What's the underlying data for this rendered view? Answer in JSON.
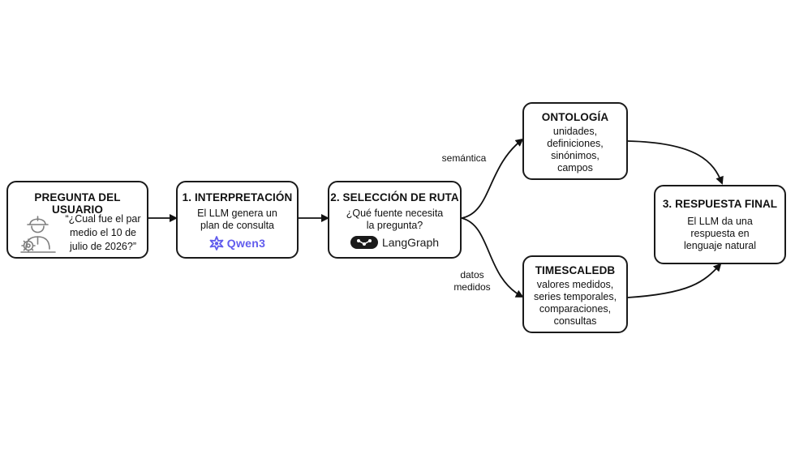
{
  "user": {
    "title": "PREGUNTA DEL USUARIO",
    "question_lines": [
      "“¿Cual fue el par",
      "medio el 10 de",
      "julio de 2026?”"
    ],
    "icon": "engineer-with-gear-icon"
  },
  "interpretation": {
    "title": "1. INTERPRETACIÓN",
    "lines": [
      "El LLM genera un",
      "plan de consulta"
    ],
    "logo_text": "Qwen3",
    "logo_color": "#615ced"
  },
  "routing": {
    "title": "2. SELECCIÓN DE RUTA",
    "lines": [
      "¿Qué fuente necesita",
      "la pregunta?"
    ],
    "logo_text": "LangGraph"
  },
  "ontology": {
    "title": "ONTOLOGÍA",
    "lines": [
      "unidades,",
      "definiciones,",
      "sinónimos,",
      "campos"
    ]
  },
  "timescale": {
    "title": "TIMESCALEDB",
    "lines": [
      "valores medidos,",
      "series temporales,",
      "comparaciones,",
      "consultas"
    ]
  },
  "final": {
    "title": "3. RESPUESTA FINAL",
    "lines": [
      "El LLM da una",
      "respuesta en",
      "lenguaje natural"
    ]
  },
  "edges": {
    "semantic_label": "semántica",
    "measured_lines": [
      "datos",
      "medidos"
    ]
  }
}
